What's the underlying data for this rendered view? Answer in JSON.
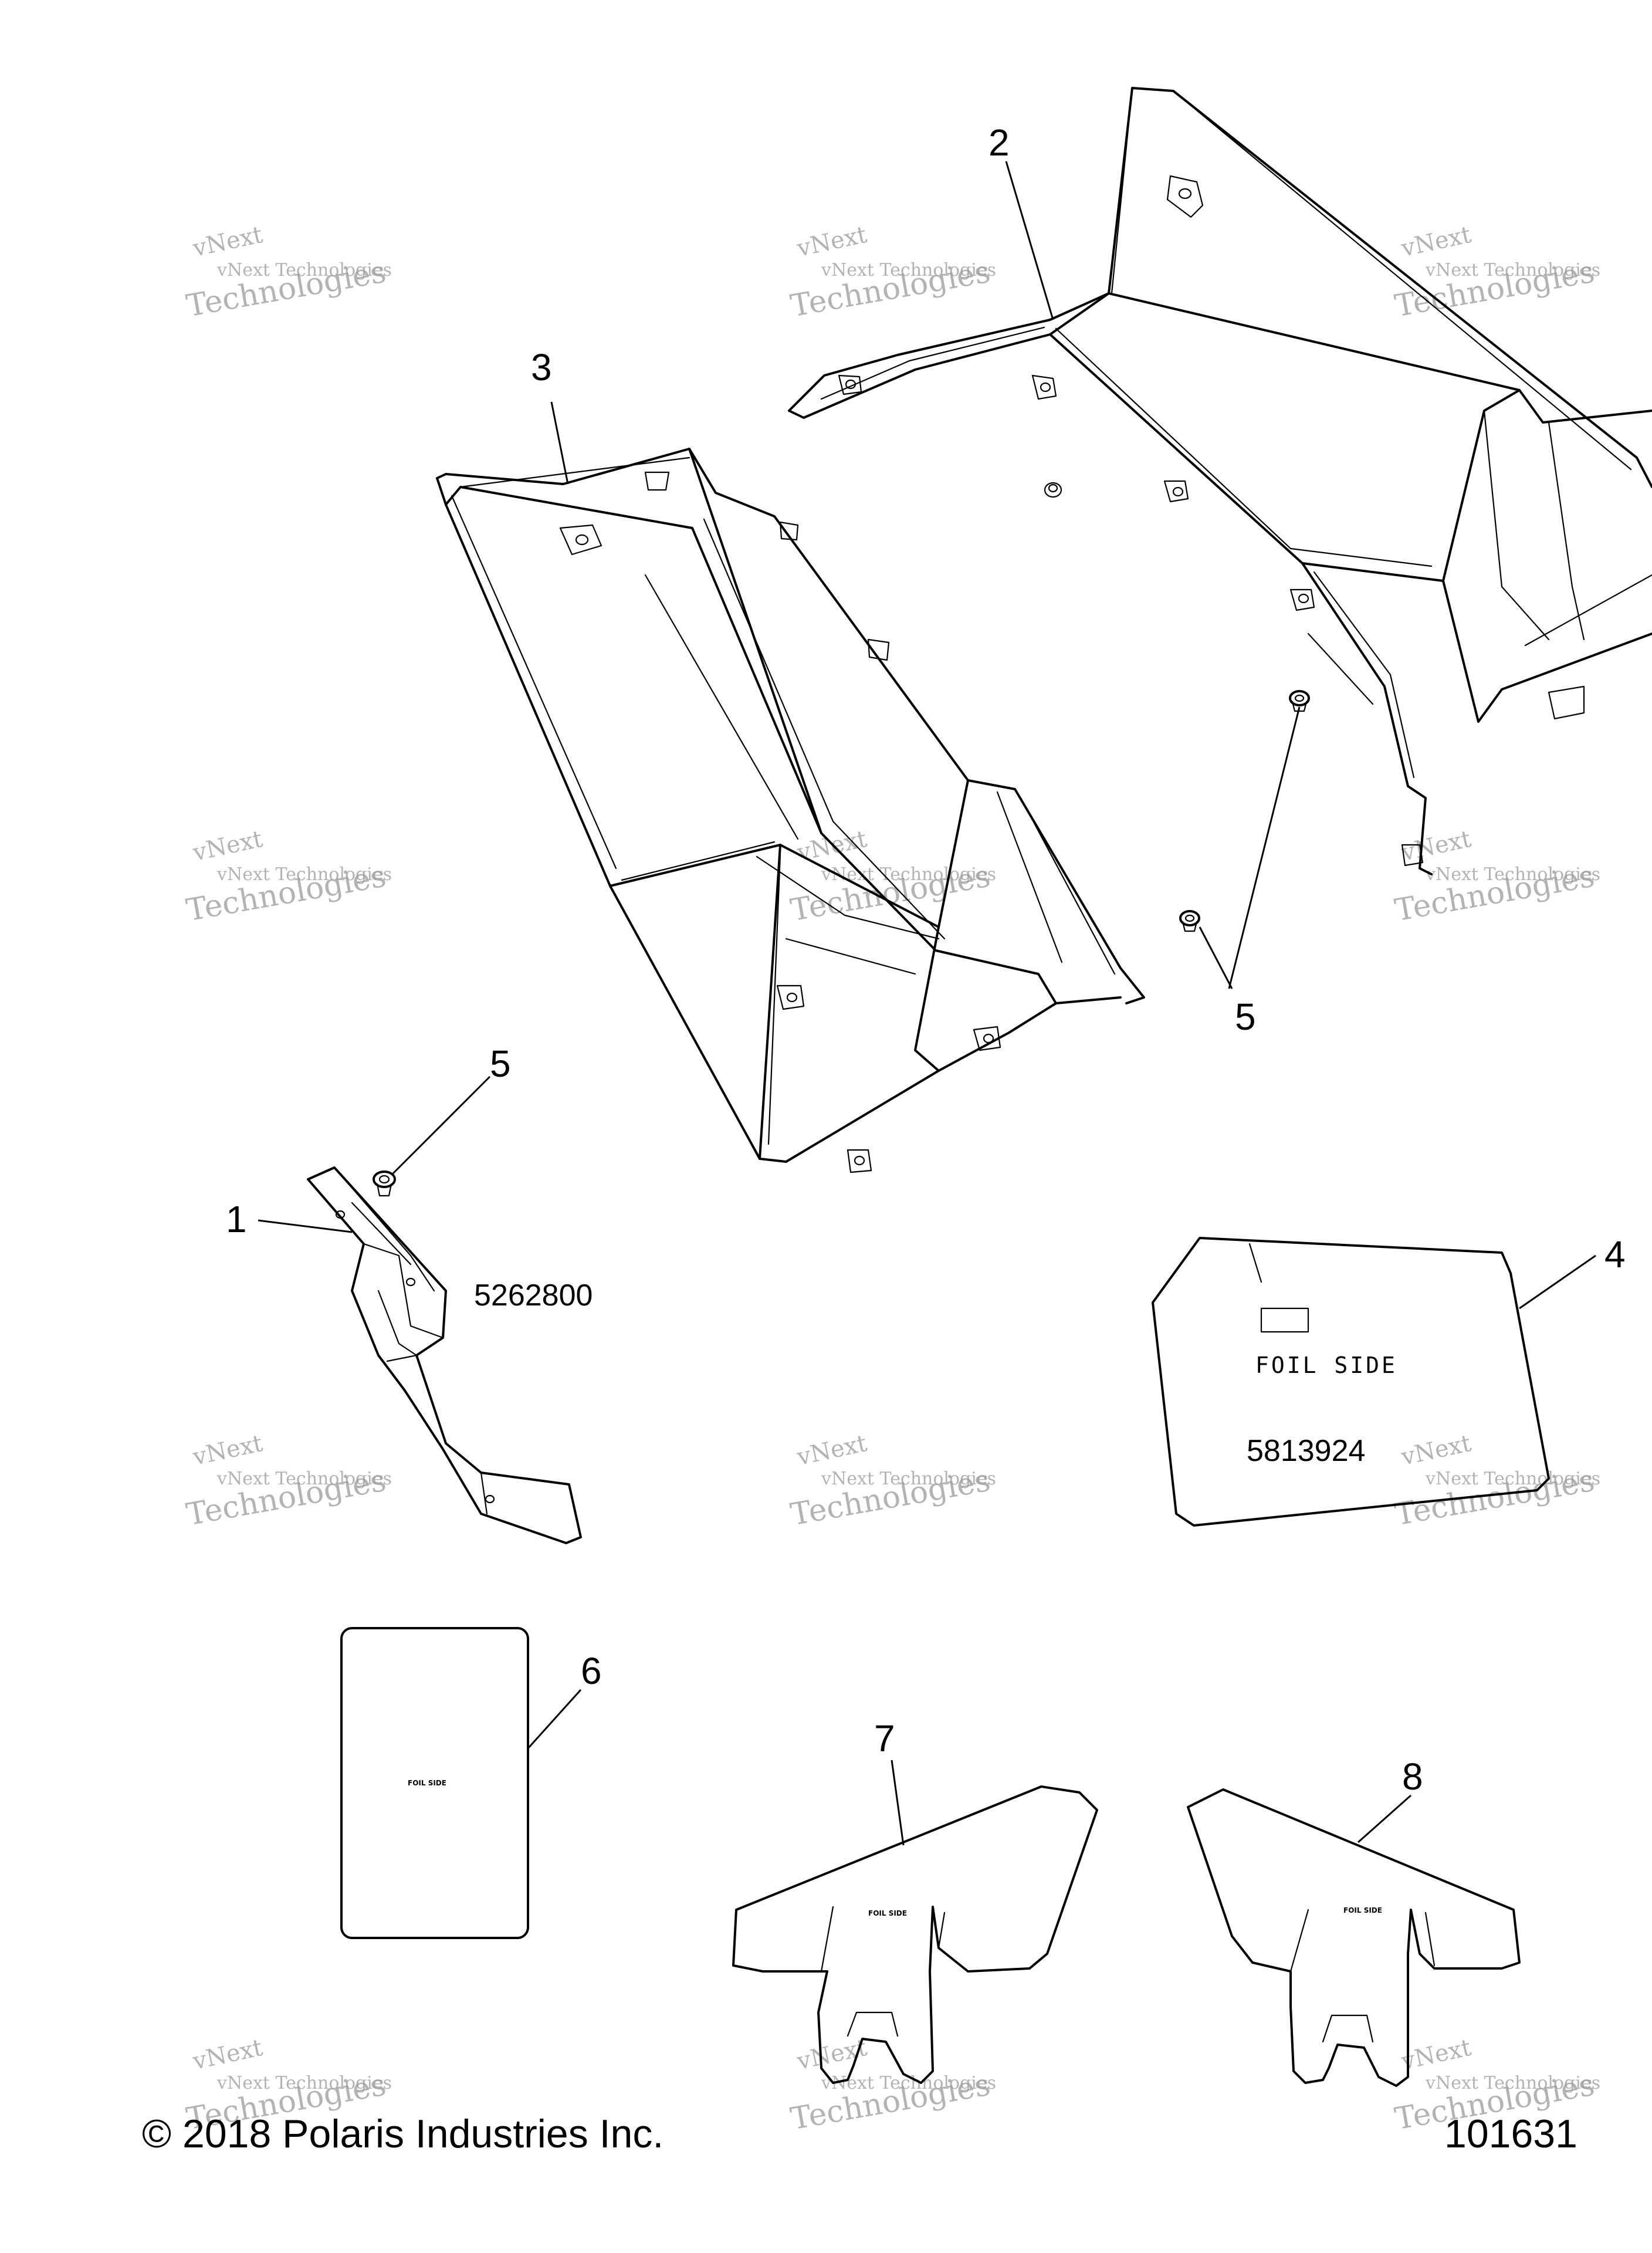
{
  "callouts": [
    "1",
    "2",
    "3",
    "4",
    "5",
    "5",
    "6",
    "7",
    "8"
  ],
  "part_numbers": {
    "part1": "5262800",
    "part4": "5813924"
  },
  "foil_label": "FOIL SIDE",
  "footer": {
    "copyright": "© 2018 Polaris Industries Inc.",
    "diagram_id": "101631"
  },
  "watermark": {
    "line1": "vNext Technologies",
    "line2": "Technologies",
    "line3": "vNext"
  }
}
